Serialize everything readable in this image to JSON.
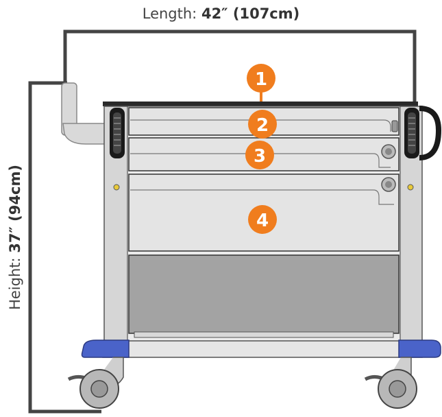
{
  "dimensions": {
    "length": {
      "caption": "Length:",
      "value": "42″ (107cm)"
    },
    "height": {
      "caption": "Height:",
      "value": "37″ (94cm)"
    }
  },
  "callouts": [
    "1",
    "2",
    "3",
    "4"
  ],
  "colors": {
    "callout": "#f07d1e",
    "frame": "#d6d6d6",
    "frame_dark": "#222222",
    "drawer": "#e2e2e2",
    "bin": "#a3a3a3",
    "bumper": "#4a63c9",
    "dimension_line": "#444444"
  }
}
